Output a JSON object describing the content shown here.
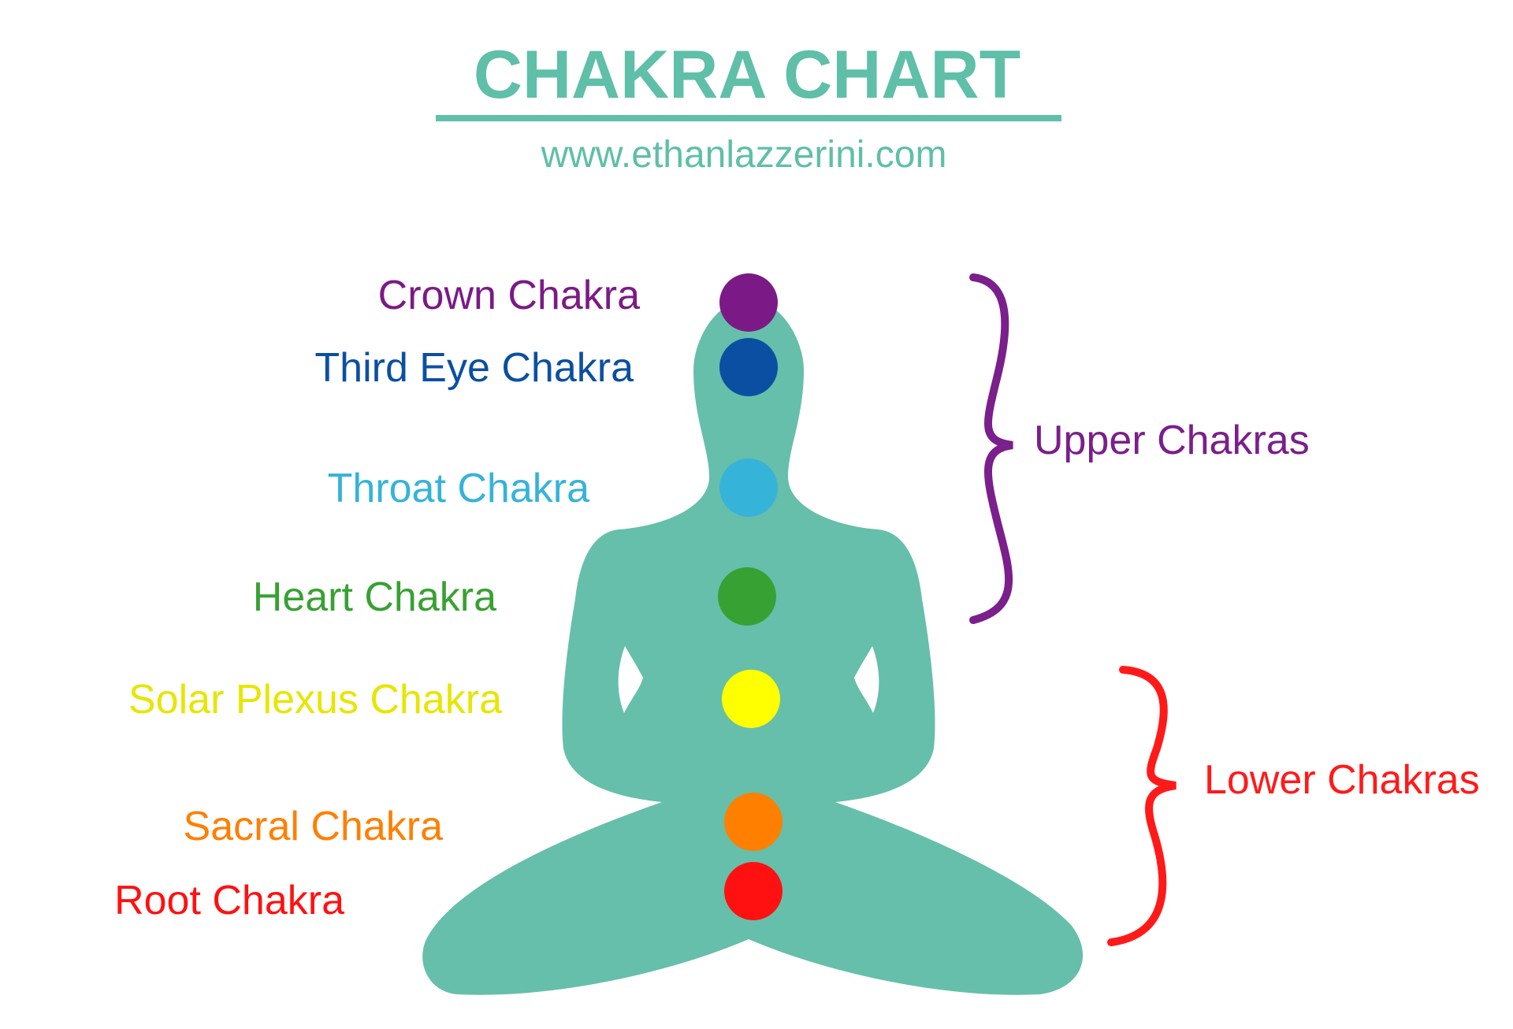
{
  "header": {
    "title": "CHAKRA CHART",
    "website": "www.ethanlazzerini.com"
  },
  "colors": {
    "accent": "#5fbfa8",
    "figure": "#66bfaa",
    "upper_group": "#7a1f8b",
    "lower_group": "#ff1a1a"
  },
  "chakras": [
    {
      "name": "Crown Chakra",
      "color": "#7b1a86",
      "text_color": "#7b1a86"
    },
    {
      "name": "Third Eye Chakra",
      "color": "#0b4fa2",
      "text_color": "#0b4fa2"
    },
    {
      "name": "Throat Chakra",
      "color": "#36b3d9",
      "text_color": "#36b3d9"
    },
    {
      "name": "Heart Chakra",
      "color": "#38a133",
      "text_color": "#38a133"
    },
    {
      "name": "Solar Plexus Chakra",
      "color": "#ffff00",
      "text_color": "#e6e600"
    },
    {
      "name": "Sacral Chakra",
      "color": "#ff7f00",
      "text_color": "#ff7f00"
    },
    {
      "name": "Root Chakra",
      "color": "#ff1111",
      "text_color": "#ff1111"
    }
  ],
  "groups": {
    "upper": {
      "label": "Upper Chakras"
    },
    "lower": {
      "label": "Lower Chakras"
    }
  }
}
